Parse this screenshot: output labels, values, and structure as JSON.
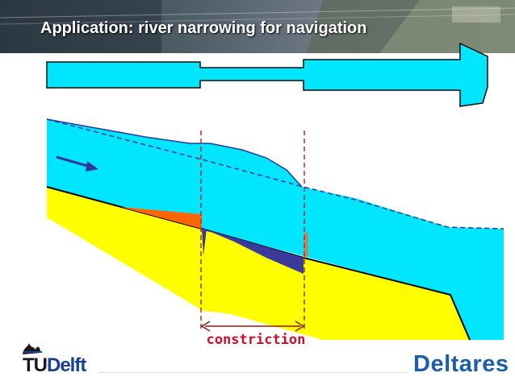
{
  "slide": {
    "title": "Application: river narrowing for navigation",
    "constriction_label": "constriction",
    "logo_left_tu": "TU",
    "logo_left_delft": "Delft",
    "logo_right": "Deltares"
  },
  "colors": {
    "water": "#00e6ff",
    "bed": "#ffff00",
    "deposition": "#ff6600",
    "erosion": "#3a3a9a",
    "constriction_marker": "#c0392b",
    "title_bg": "#3b4a5a",
    "arrow": "#2a3aa0"
  }
}
